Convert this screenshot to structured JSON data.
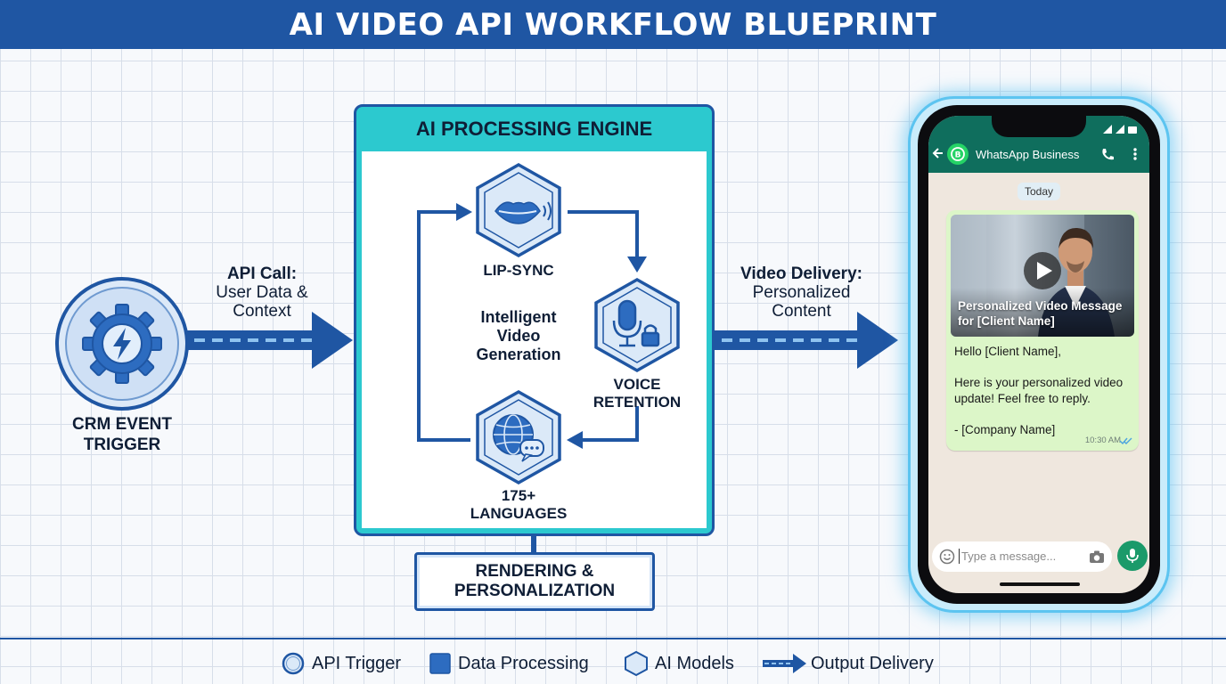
{
  "header": {
    "title": "AI VIDEO API WORKFLOW BLUEPRINT"
  },
  "crm": {
    "label_line1": "CRM EVENT",
    "label_line2": "TRIGGER"
  },
  "api_call": {
    "title": "API Call:",
    "line1": "User Data &",
    "line2": "Context"
  },
  "engine": {
    "title": "AI PROCESSING ENGINE",
    "center_line1": "Intelligent",
    "center_line2": "Video",
    "center_line3": "Generation",
    "nodes": {
      "lipsync": {
        "label": "LIP-SYNC"
      },
      "voice": {
        "label_line1": "VOICE",
        "label_line2": "RETENTION"
      },
      "languages": {
        "label_line1": "175+",
        "label_line2": "LANGUAGES"
      }
    }
  },
  "rendering": {
    "line1": "RENDERING &",
    "line2": "PERSONALIZATION"
  },
  "video_delivery": {
    "title": "Video Delivery:",
    "line1": "Personalized",
    "line2": "Content"
  },
  "phone": {
    "app_title": "WhatsApp Business",
    "date_chip": "Today",
    "video_caption_line1": "Personalized Video Message",
    "video_caption_line2": "for [Client Name]",
    "message_greeting": "Hello [Client Name],",
    "message_body_line1": "Here is your personalized video",
    "message_body_line2": "update! Feel free to reply.",
    "message_signature": "- [Company Name]",
    "message_time": "10:30 AM",
    "input_placeholder": "Type a message..."
  },
  "legend": {
    "api_trigger": "API Trigger",
    "data_processing": "Data Processing",
    "ai_models": "AI Models",
    "output_delivery": "Output Delivery"
  },
  "colors": {
    "primary_blue": "#1f56a3",
    "teal": "#2cc9cf",
    "node_fill": "#dbe9f8",
    "whatsapp_green": "#0f6e5d",
    "bubble_green": "#dcf6c8"
  }
}
